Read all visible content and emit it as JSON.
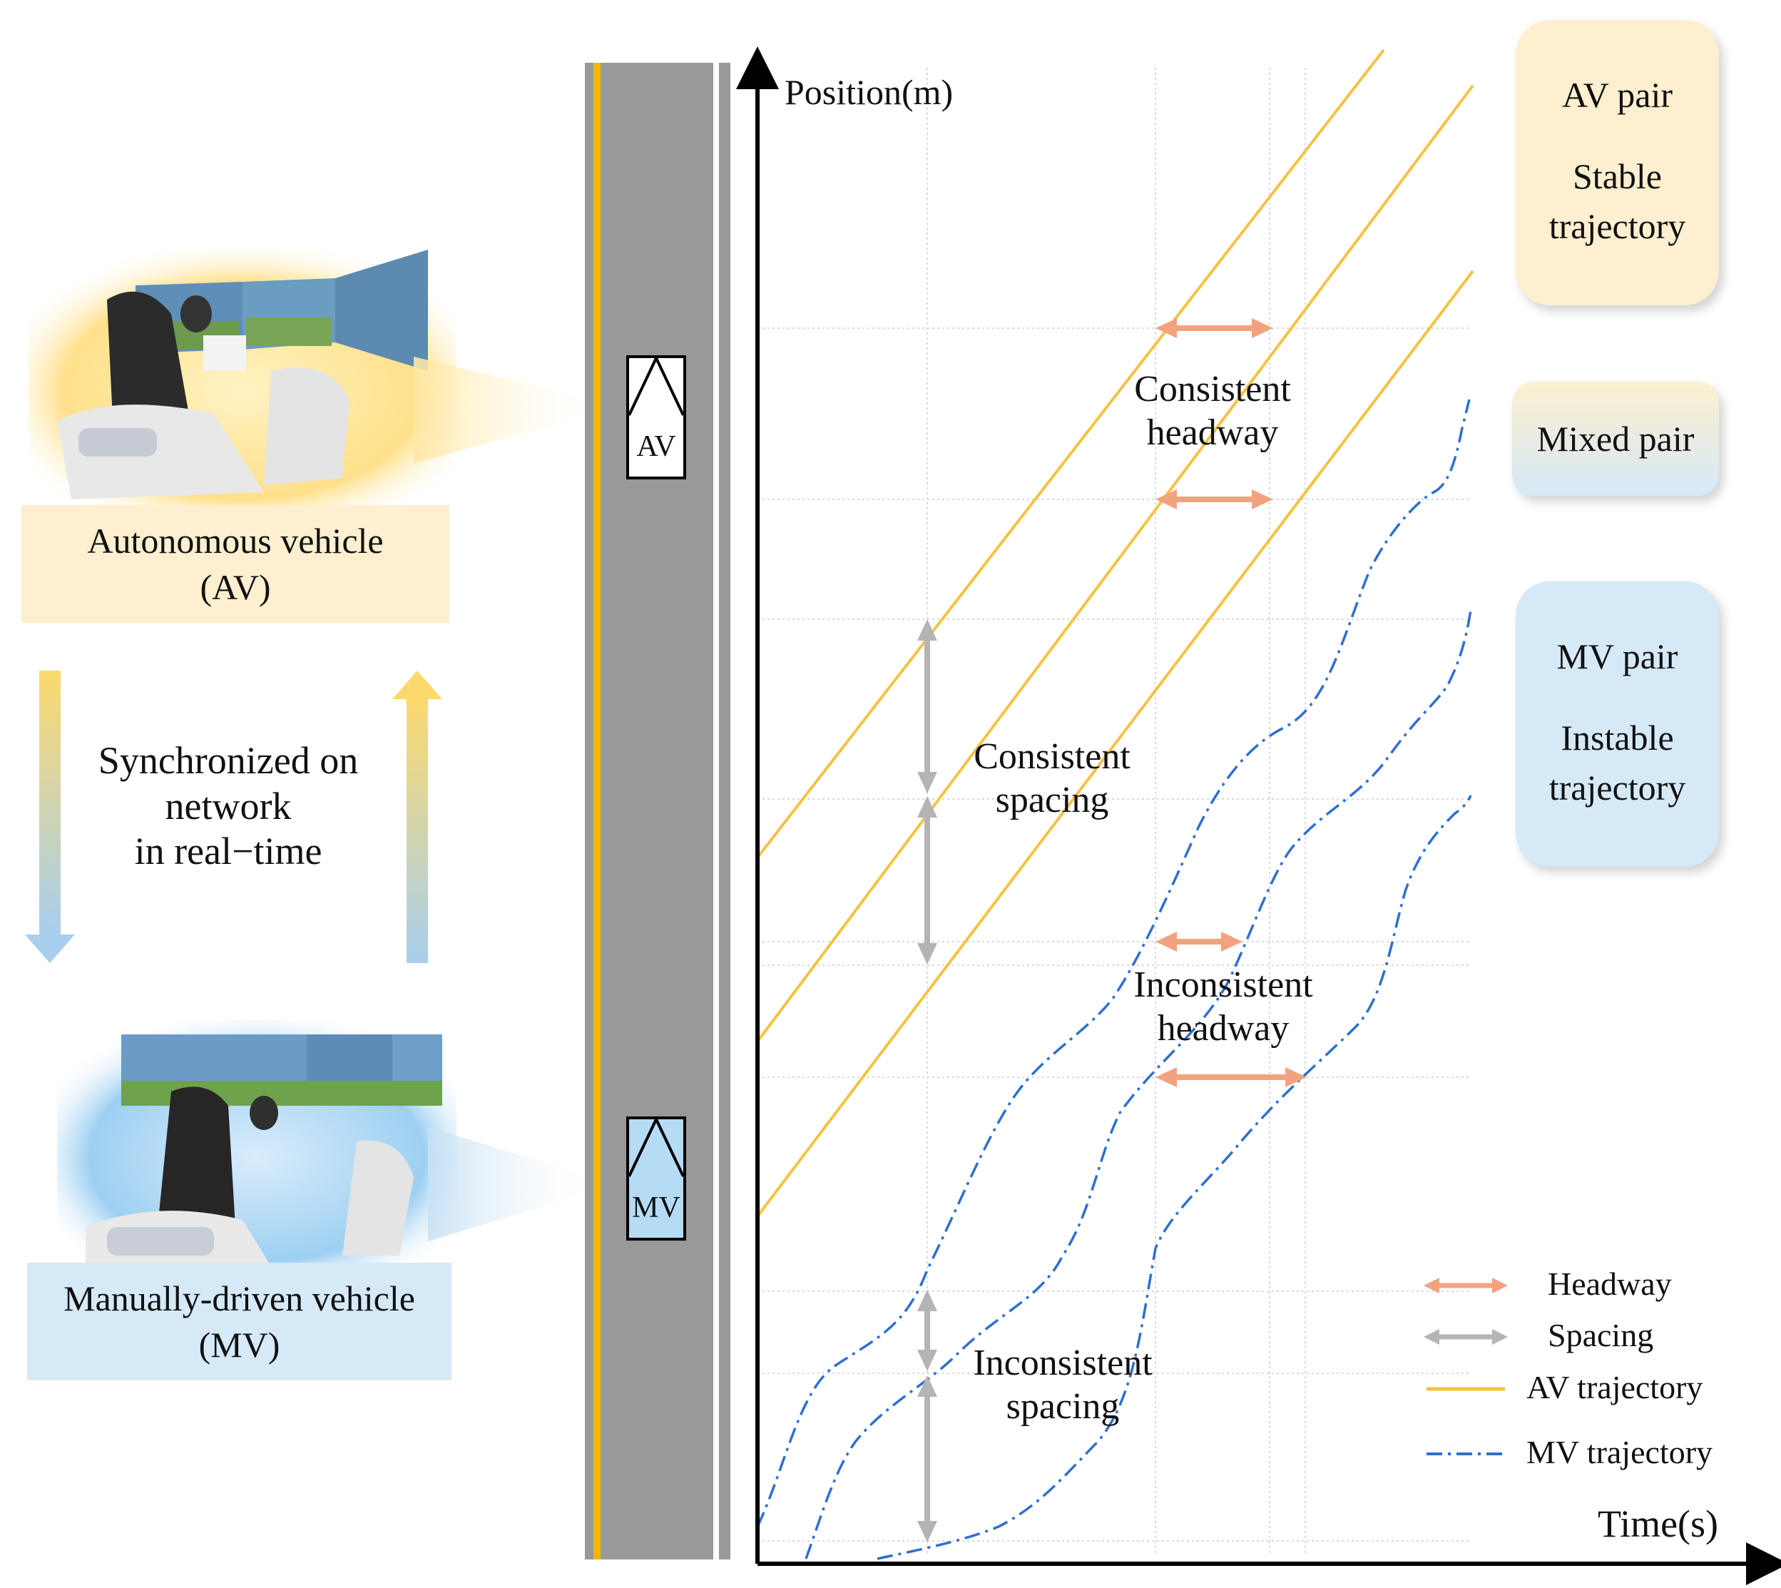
{
  "left_panel": {
    "av_label": [
      "Autonomous vehicle",
      "(AV)"
    ],
    "mv_label": [
      "Manually-driven vehicle",
      "(MV)"
    ],
    "sync_text": [
      "Synchronized on",
      "network",
      "in real−time"
    ]
  },
  "road": {
    "av_car": "AV",
    "mv_car": "MV"
  },
  "axes": {
    "ylabel": "Position(m)",
    "xlabel": "Time(s)"
  },
  "annotations": {
    "consistent_headway": [
      "Consistent",
      "headway"
    ],
    "consistent_spacing": [
      "Consistent",
      "spacing"
    ],
    "inconsistent_headway": [
      "Inconsistent",
      "headway"
    ],
    "inconsistent_spacing": [
      "Inconsistent",
      "spacing"
    ]
  },
  "cards": {
    "av_pair": {
      "title": "AV pair",
      "desc": [
        "Stable",
        "trajectory"
      ]
    },
    "mixed_pair": {
      "title": "Mixed pair"
    },
    "mv_pair": {
      "title": "MV pair",
      "desc": [
        "Instable",
        "trajectory"
      ]
    }
  },
  "legend": {
    "headway": "Headway",
    "spacing": "Spacing",
    "av_trajectory": "AV trajectory",
    "mv_trajectory": "MV trajectory"
  },
  "colors": {
    "av_yellow": "#f5c242",
    "mv_blue": "#2e6fd0",
    "headway_orange": "#f3a27e",
    "spacing_gray": "#b4b4b4",
    "road_gray": "#999999",
    "lane_yellow": "#f2b705"
  }
}
